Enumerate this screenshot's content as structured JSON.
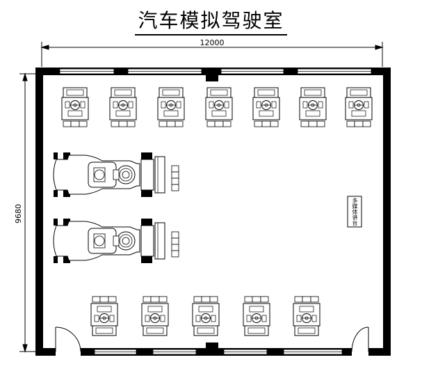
{
  "title": "汽车模拟驾驶室",
  "dimensions": {
    "width_label": "12000",
    "height_label": "9680"
  },
  "stage_label": "多媒体讲台",
  "layout": {
    "top_row_simulators": 7,
    "bottom_row_simulators": 5,
    "large_simulators": 2,
    "doors": 2
  }
}
